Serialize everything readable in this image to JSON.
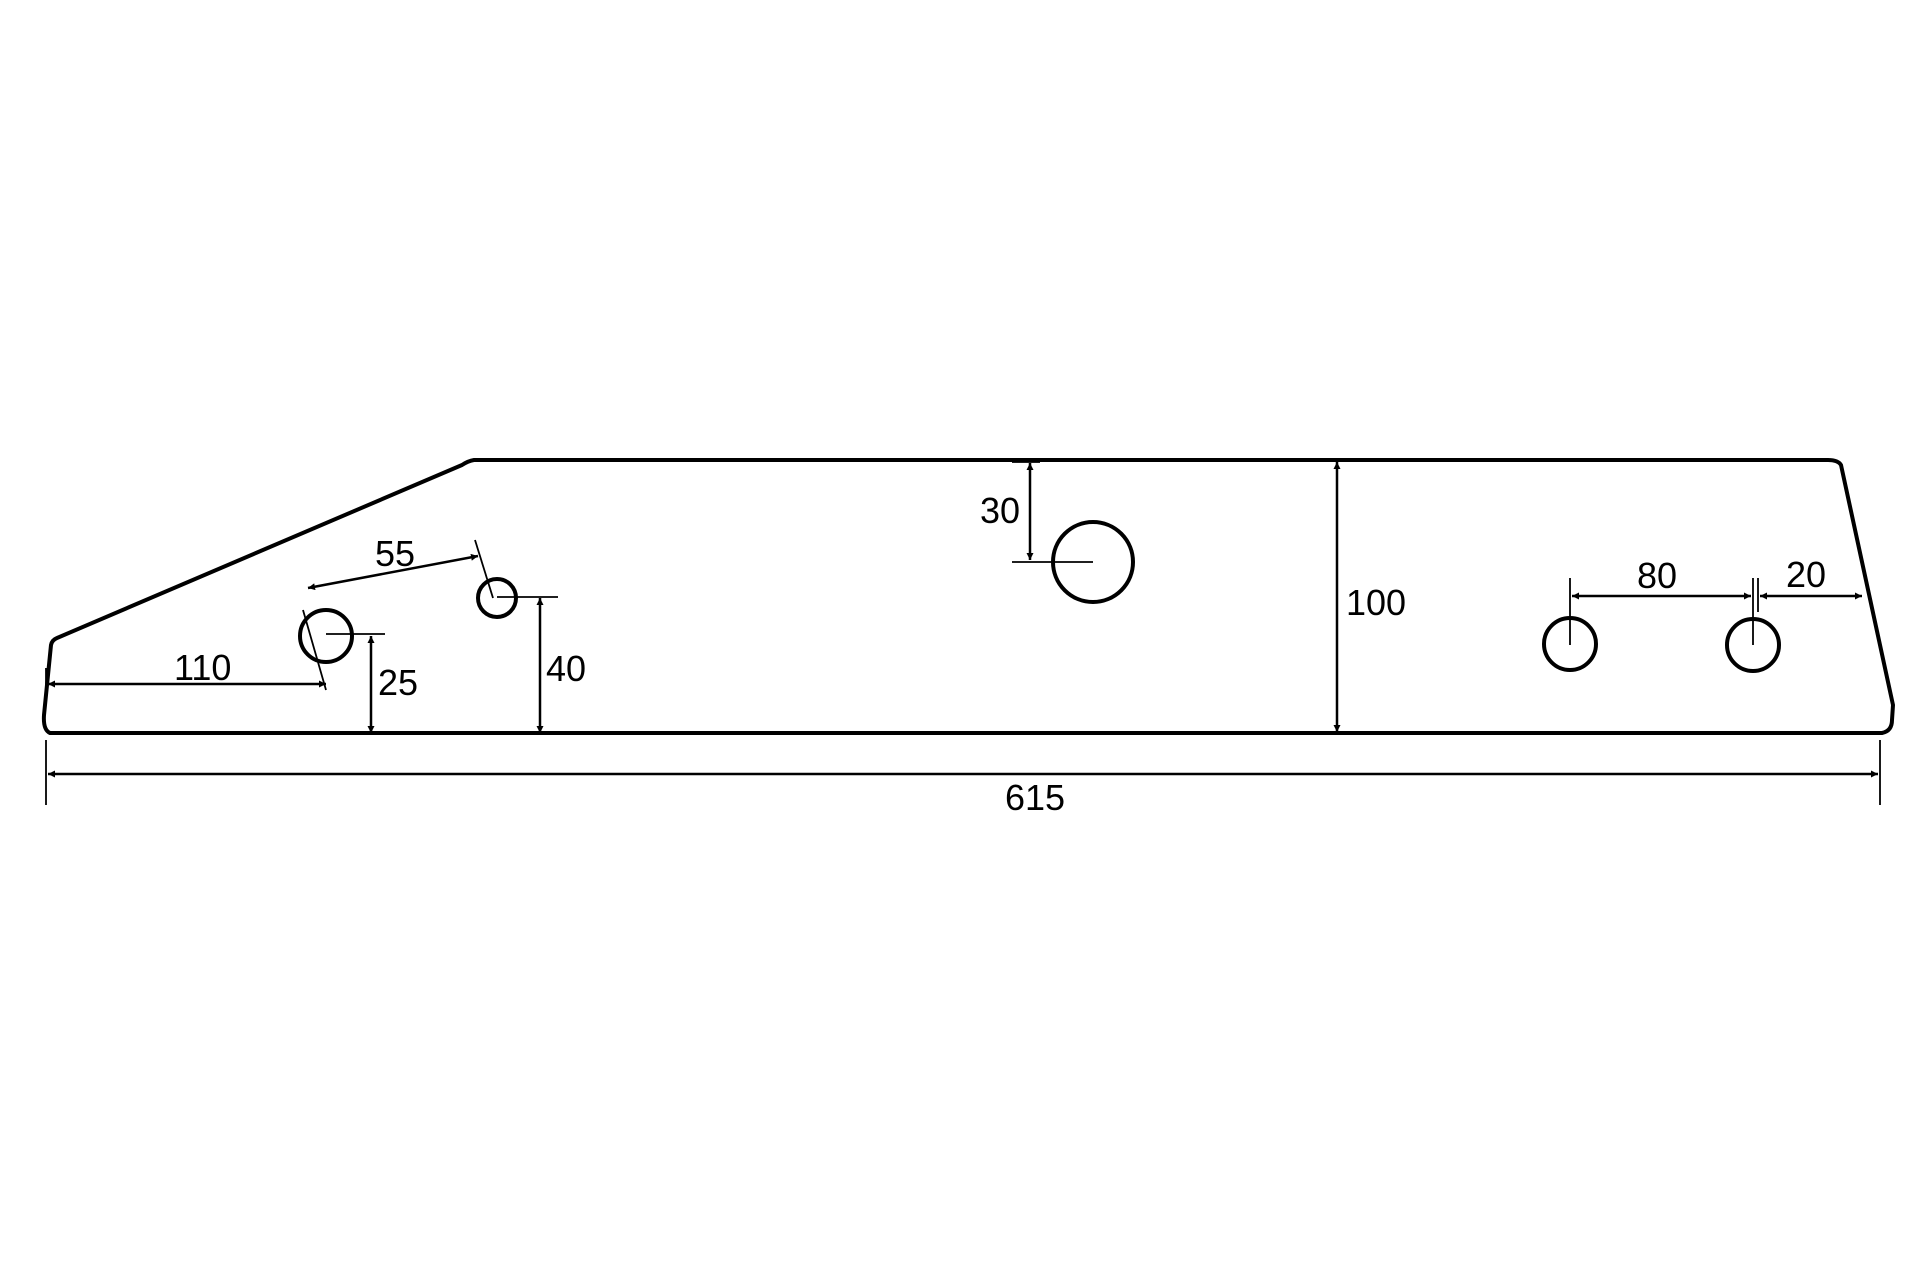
{
  "dimensions": {
    "overall_length": "615",
    "height": "100",
    "left_edge_to_hole_1": "110",
    "hole_1_height": "25",
    "hole_1_to_hole_2": "55",
    "hole_2_height": "40",
    "large_hole_from_top": "30",
    "right_holes_spacing": "80",
    "right_hole_to_edge": "20"
  }
}
